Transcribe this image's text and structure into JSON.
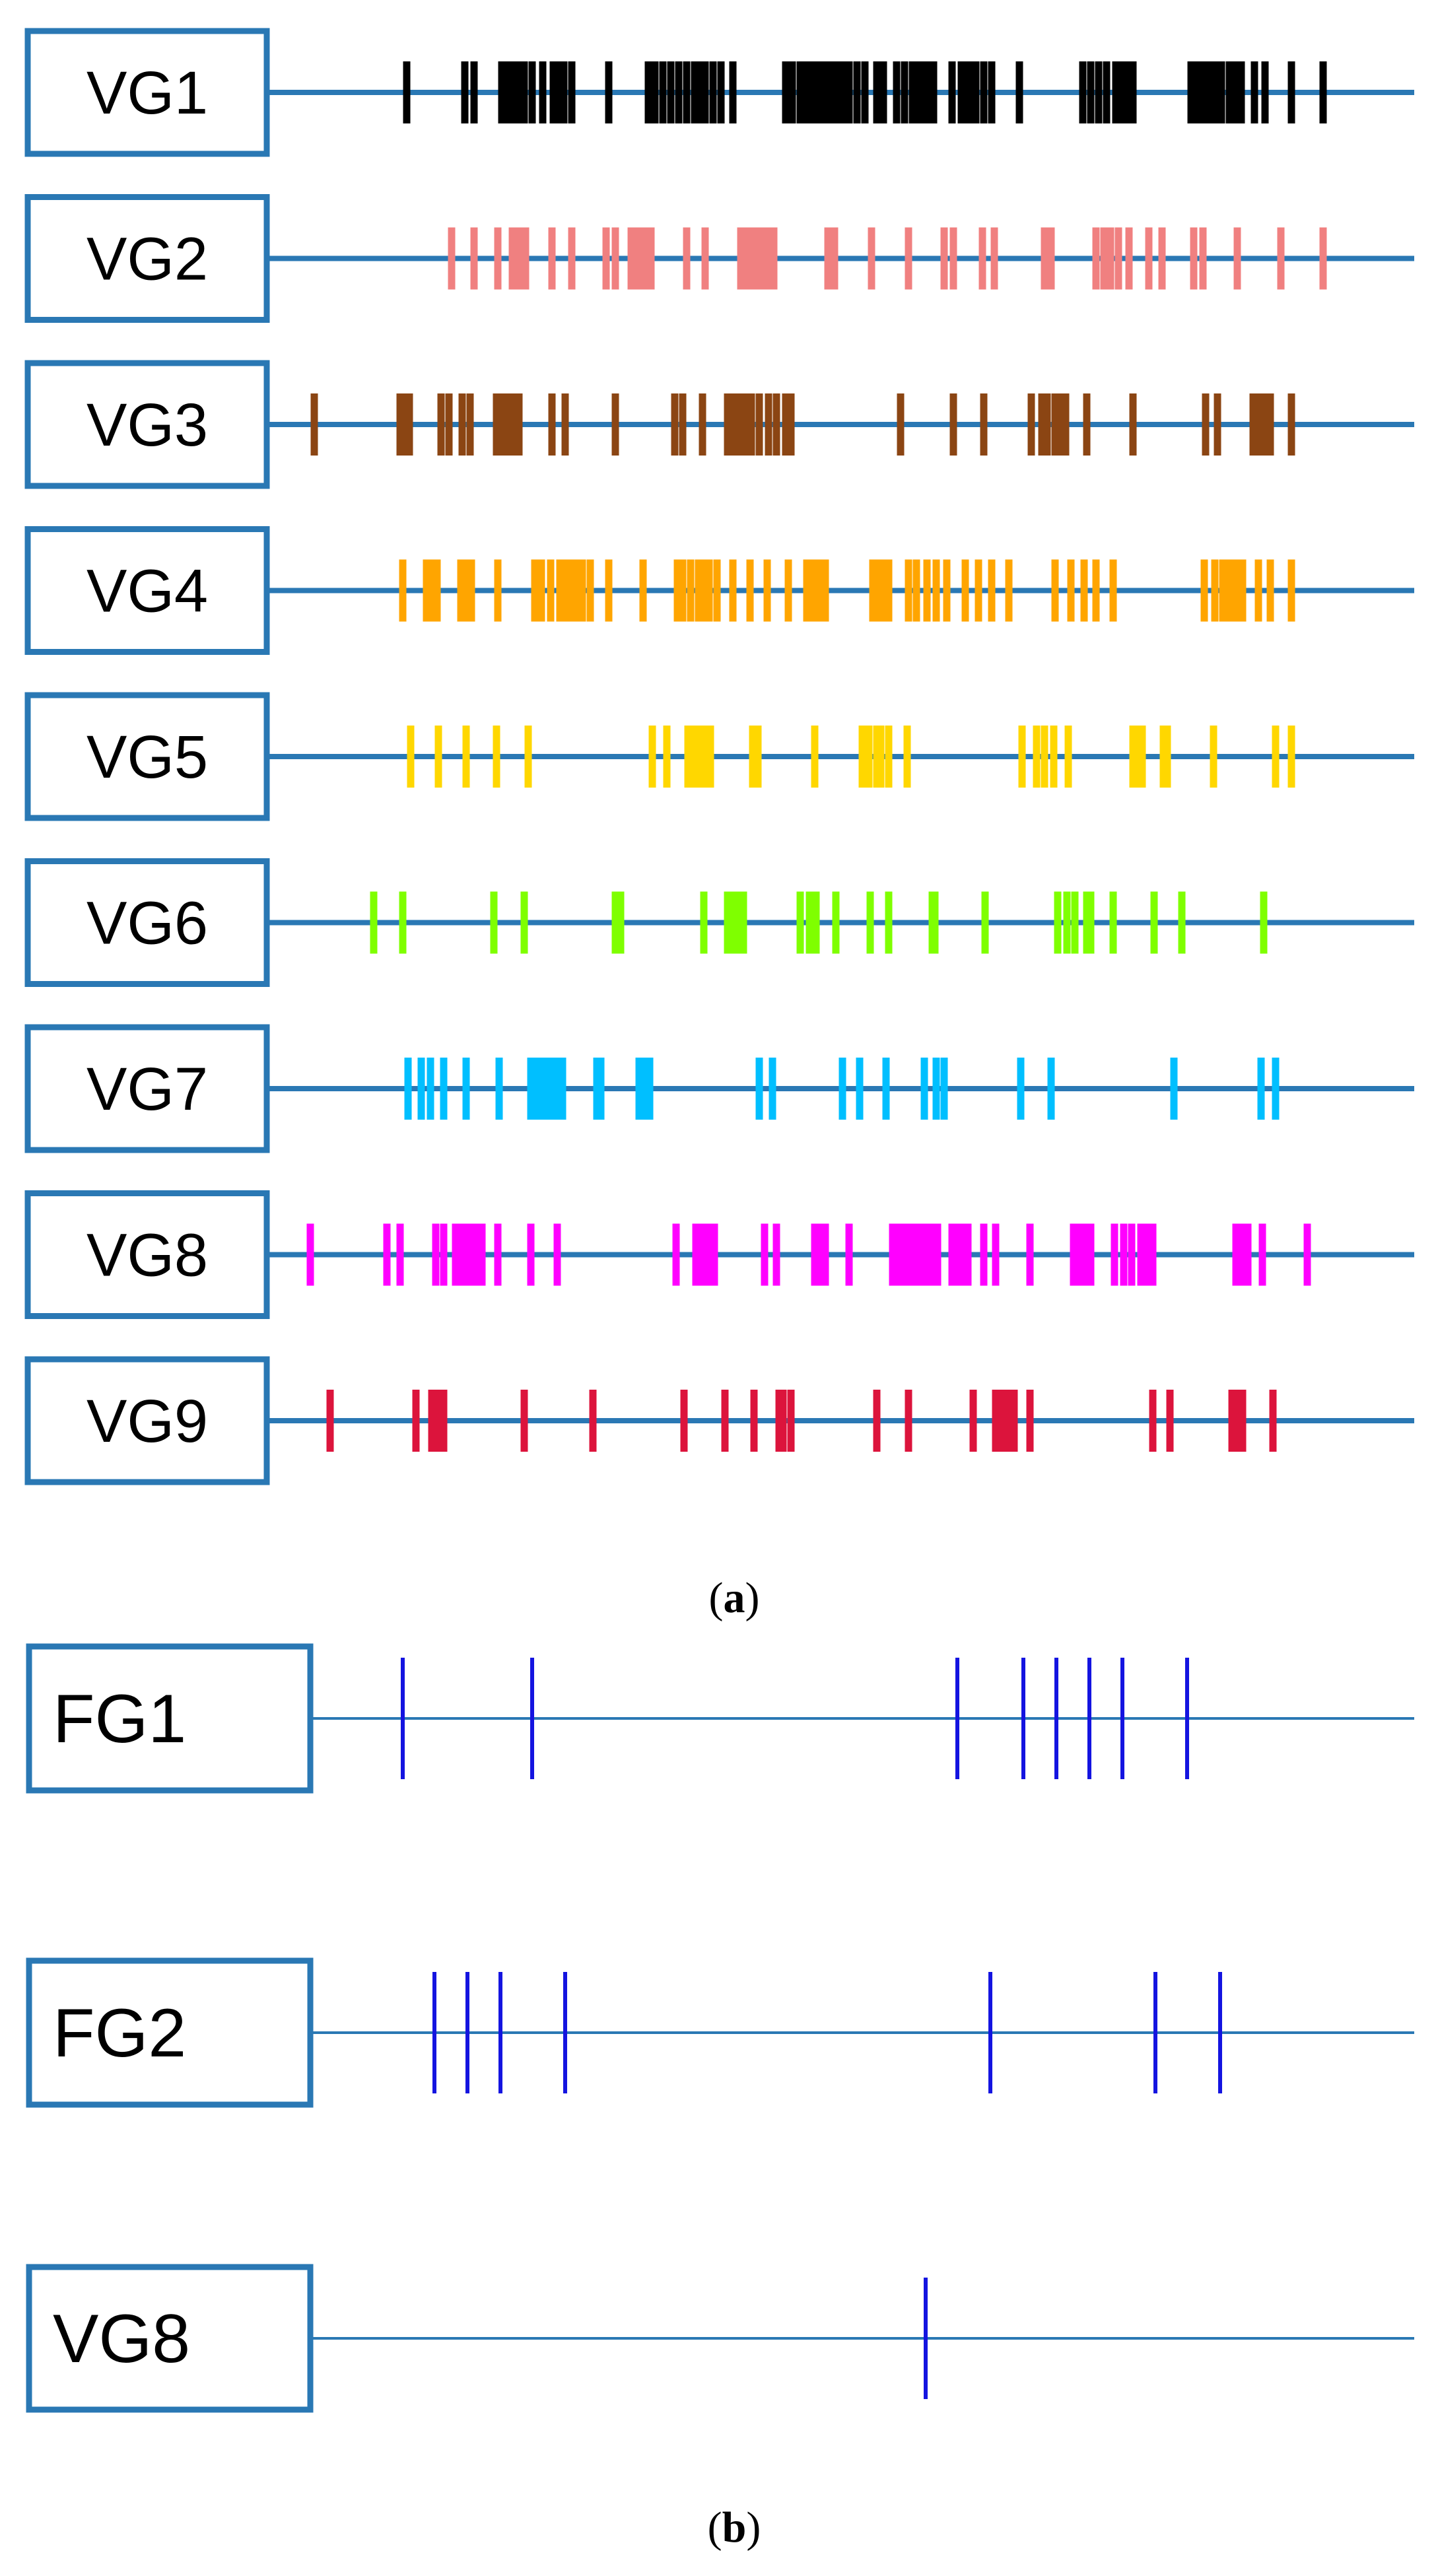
{
  "colors": {
    "box_border": "#2a78b4",
    "axis_a": "#2a78b4",
    "axis_b": "#2a78b4",
    "mark_b": "#1414e0"
  },
  "panel_a": {
    "caption_letter": "a",
    "rows": [
      {
        "label": "VG1",
        "color": "#000000",
        "marks": [
          616,
          704,
          718,
          760,
          768,
          772,
          778,
          786,
          794,
          806,
          822,
          838,
          846,
          854,
          866,
          922,
          982,
          992,
          1004,
          1016,
          1028,
          1040,
          1052,
          1062,
          1068,
          1080,
          1092,
          1110,
          1190,
          1200,
          1212,
          1218,
          1226,
          1236,
          1246,
          1256,
          1266,
          1276,
          1286,
          1298,
          1310,
          1328,
          1338,
          1358,
          1370,
          1382,
          1392,
          1400,
          1404,
          1414,
          1442,
          1456,
          1462,
          1468,
          1478,
          1490,
          1502,
          1544,
          1640,
          1652,
          1664,
          1676,
          1690,
          1700,
          1708,
          1716,
          1804,
          1814,
          1822,
          1832,
          1840,
          1850,
          1862,
          1870,
          1880,
          1900,
          1916,
          1956,
          2004
        ]
      },
      {
        "label": "VG2",
        "color": "#f08080",
        "marks": [
          684,
          718,
          754,
          776,
          786,
          796,
          836,
          866,
          918,
          932,
          956,
          966,
          976,
          986,
          1040,
          1068,
          1122,
          1130,
          1140,
          1150,
          1158,
          1166,
          1172,
          1254,
          1264,
          1320,
          1376,
          1430,
          1444,
          1488,
          1506,
          1582,
          1592,
          1660,
          1672,
          1682,
          1694,
          1710,
          1740,
          1760,
          1808,
          1822,
          1874,
          1940,
          2004
        ]
      },
      {
        "label": "VG3",
        "color": "#8b4513",
        "marks": [
          476,
          606,
          612,
          620,
          668,
          680,
          700,
          712,
          752,
          762,
          772,
          780,
          786,
          836,
          856,
          932,
          1022,
          1034,
          1064,
          1102,
          1112,
          1118,
          1124,
          1130,
          1138,
          1150,
          1164,
          1176,
          1190,
          1198,
          1364,
          1444,
          1490,
          1562,
          1578,
          1586,
          1598,
          1606,
          1614,
          1646,
          1716,
          1826,
          1844,
          1898,
          1906,
          1914,
          1924,
          1956
        ]
      },
      {
        "label": "VG4",
        "color": "#ffa500",
        "marks": [
          610,
          646,
          654,
          662,
          698,
          704,
          714,
          754,
          810,
          820,
          834,
          848,
          858,
          866,
          874,
          882,
          894,
          922,
          974,
          1026,
          1034,
          1046,
          1058,
          1066,
          1074,
          1086,
          1110,
          1136,
          1162,
          1194,
          1222,
          1232,
          1242,
          1250,
          1322,
          1330,
          1338,
          1346,
          1376,
          1388,
          1404,
          1418,
          1434,
          1462,
          1482,
          1502,
          1528,
          1598,
          1622,
          1642,
          1660,
          1686,
          1824,
          1840,
          1852,
          1860,
          1868,
          1876,
          1882,
          1906,
          1924,
          1956
        ]
      },
      {
        "label": "VG5",
        "color": "#ffd700",
        "marks": [
          622,
          664,
          706,
          752,
          800,
          988,
          1010,
          1042,
          1048,
          1054,
          1060,
          1068,
          1076,
          1140,
          1148,
          1234,
          1306,
          1316,
          1328,
          1334,
          1346,
          1374,
          1548,
          1570,
          1582,
          1596,
          1618,
          1716,
          1722,
          1730,
          1762,
          1768,
          1838,
          1932,
          1956
        ]
      },
      {
        "label": "VG6",
        "color": "#7fff00",
        "marks": [
          566,
          610,
          748,
          794,
          932,
          940,
          1066,
          1102,
          1108,
          1114,
          1120,
          1126,
          1212,
          1226,
          1236,
          1266,
          1318,
          1346,
          1412,
          1416,
          1492,
          1602,
          1616,
          1628,
          1646,
          1652,
          1686,
          1748,
          1790,
          1914
        ]
      },
      {
        "label": "VG7",
        "color": "#00bfff",
        "marks": [
          618,
          638,
          652,
          672,
          706,
          756,
          804,
          812,
          820,
          826,
          834,
          842,
          852,
          904,
          910,
          968,
          976,
          984,
          1150,
          1170,
          1276,
          1302,
          1342,
          1400,
          1418,
          1430,
          1546,
          1592,
          1778,
          1910,
          1932
        ]
      },
      {
        "label": "VG8",
        "color": "#ff00ff",
        "marks": [
          470,
          586,
          606,
          660,
          672,
          690,
          700,
          710,
          720,
          730,
          754,
          804,
          844,
          1024,
          1054,
          1064,
          1074,
          1082,
          1158,
          1176,
          1234,
          1242,
          1250,
          1286,
          1352,
          1358,
          1366,
          1374,
          1380,
          1386,
          1392,
          1398,
          1404,
          1412,
          1420,
          1442,
          1450,
          1458,
          1466,
          1490,
          1508,
          1560,
          1626,
          1634,
          1642,
          1652,
          1688,
          1702,
          1714,
          1728,
          1738,
          1746,
          1872,
          1880,
          1890,
          1912,
          1980
        ]
      },
      {
        "label": "VG9",
        "color": "#dc143c",
        "marks": [
          500,
          630,
          654,
          660,
          666,
          672,
          794,
          898,
          1036,
          1098,
          1142,
          1180,
          1186,
          1198,
          1328,
          1376,
          1474,
          1508,
          1518,
          1526,
          1536,
          1560,
          1746,
          1772,
          1866,
          1872,
          1882,
          1928
        ]
      }
    ]
  },
  "panel_b": {
    "caption_letter": "b",
    "rows": [
      {
        "label": "FG1",
        "marks": [
          610,
          806,
          1450,
          1550,
          1600,
          1650,
          1700,
          1798
        ]
      },
      {
        "label": "FG2",
        "marks": [
          658,
          708,
          758,
          856,
          1500,
          1750,
          1848
        ]
      },
      {
        "label": "VG8",
        "marks": [
          1402
        ]
      }
    ]
  }
}
